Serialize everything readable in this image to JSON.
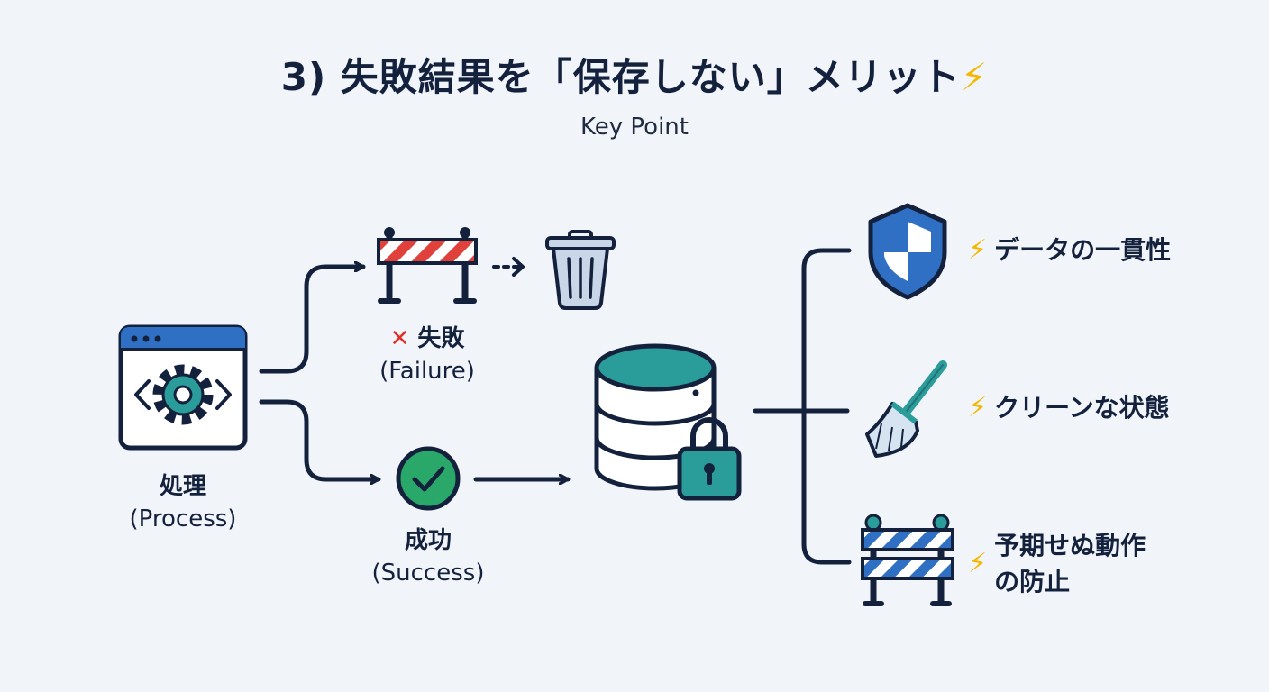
{
  "header": {
    "title": "3) 失敗結果を「保存しない」メリット",
    "title_bolt": "⚡",
    "subtitle": "Key Point"
  },
  "process": {
    "label_jp": "処理",
    "label_en": "(Process)"
  },
  "failure": {
    "mark": "✕",
    "label_jp": "失敗",
    "label_en": "(Failure)"
  },
  "success": {
    "label_jp": "成功",
    "label_en": "(Success)"
  },
  "benefits": [
    {
      "bolt": "⚡",
      "text": "データの一貫性"
    },
    {
      "bolt": "⚡",
      "text": "クリーンな状態"
    },
    {
      "bolt": "⚡",
      "line1": "予期せぬ動作",
      "line2": "の防止"
    }
  ],
  "colors": {
    "navy": "#14213d",
    "teal": "#2a9d9a",
    "blue": "#2f6fc4",
    "red": "#e0413a",
    "green": "#2aa86a",
    "bolt": "#f5b700"
  }
}
